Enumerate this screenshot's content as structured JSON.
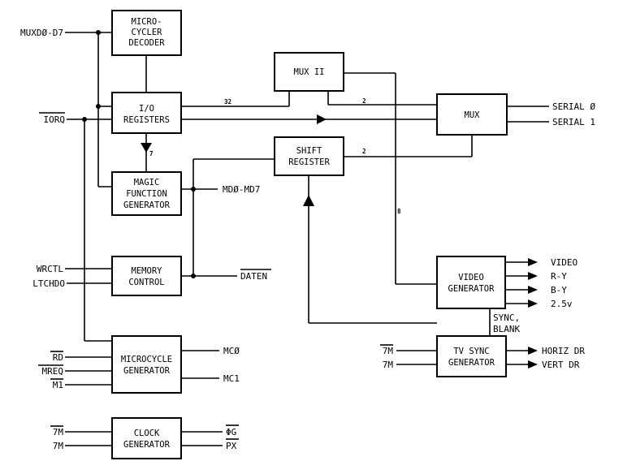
{
  "blocks": {
    "microcycler_decoder": [
      "MICRO-",
      "CYCLER",
      "DECODER"
    ],
    "io_registers": [
      "I/O",
      "REGISTERS"
    ],
    "magic_function_generator": [
      "MAGIC",
      "FUNCTION",
      "GENERATOR"
    ],
    "memory_control": [
      "MEMORY",
      "CONTROL"
    ],
    "microcycle_generator": [
      "MICROCYCLE",
      "GENERATOR"
    ],
    "clock_generator": [
      "CLOCK",
      "GENERATOR"
    ],
    "mux_ii": [
      "MUX II"
    ],
    "shift_register": [
      "SHIFT",
      "REGISTER"
    ],
    "mux": [
      "MUX"
    ],
    "video_generator": [
      "VIDEO",
      "GENERATOR"
    ],
    "tv_sync_generator": [
      "TV SYNC",
      "GENERATOR"
    ]
  },
  "inputs": {
    "muxd": "MUXDØ-D7",
    "iorq": "IORQ",
    "wrctl": "WRCTL",
    "ltchdo": "LTCHDO",
    "rd": "RD",
    "mreq": "MREQ",
    "m1": "M1",
    "clk_7m_bar": "7M",
    "clk_7m": "7M",
    "tv_7m_bar": "7M",
    "tv_7m": "7M"
  },
  "outputs": {
    "md": "MDØ-MD7",
    "daten": "DATEN",
    "mc0": "MCØ",
    "mc1": "MC1",
    "phi_g": "ΦG",
    "px": "PX",
    "serial0": "SERIAL Ø",
    "serial1": "SERIAL 1",
    "video": "VIDEO",
    "r_y": "R-Y",
    "b_y": "B-Y",
    "v25": "2.5v",
    "horiz_dr": "HORIZ DR",
    "vert_dr": "VERT DR",
    "sync_blank": [
      "SYNC,",
      "BLANK"
    ]
  },
  "bus_widths": {
    "io_to_mux_ii": "32",
    "mux_ii_to_mux": "2",
    "shift_to_mux": "2",
    "io_to_magic": "7",
    "mux_ii_to_video": "8"
  }
}
